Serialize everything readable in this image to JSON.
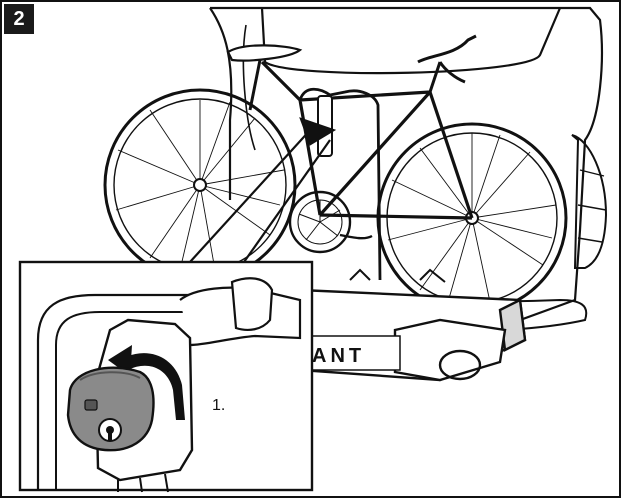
{
  "figure": {
    "step_number": "2",
    "brand_text": "ANT",
    "callout_label": "1."
  },
  "icons": {
    "rotation_arrow": "curved-arrow-icon",
    "lock": "lock-icon"
  },
  "colors": {
    "ink": "#111111",
    "paper": "#ffffff",
    "lock_shade": "#8a8a8a",
    "lock_dark": "#555555"
  }
}
